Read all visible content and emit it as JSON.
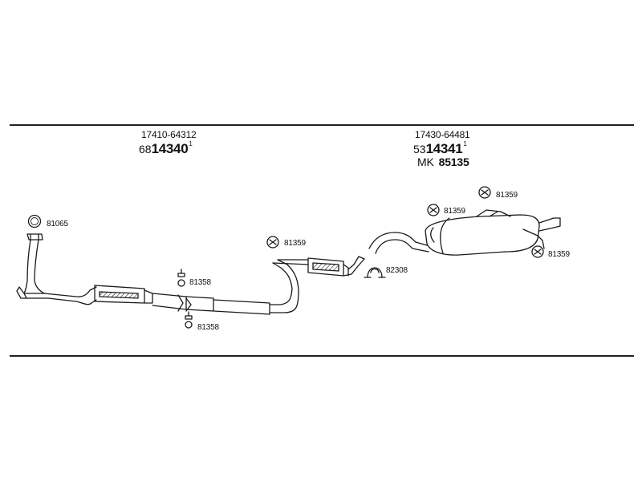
{
  "group_1": {
    "oe_number": "17410-64312",
    "part_prefix": "68",
    "part_main": "14340",
    "part_sup": "1"
  },
  "group_2": {
    "oe_number": "17430-64481",
    "part_prefix": "53",
    "part_main": "14341",
    "part_sup": "1",
    "mk_prefix": "MK",
    "mk_number": "85135"
  },
  "callouts": {
    "ring_gasket": "81065",
    "bolt_upper": "81358",
    "bolt_lower": "81358",
    "hanger_center": "81359",
    "clamp": "82308",
    "hanger_muffler_top": "81359",
    "hanger_muffler_left": "81359",
    "hanger_muffler_right": "81359"
  }
}
